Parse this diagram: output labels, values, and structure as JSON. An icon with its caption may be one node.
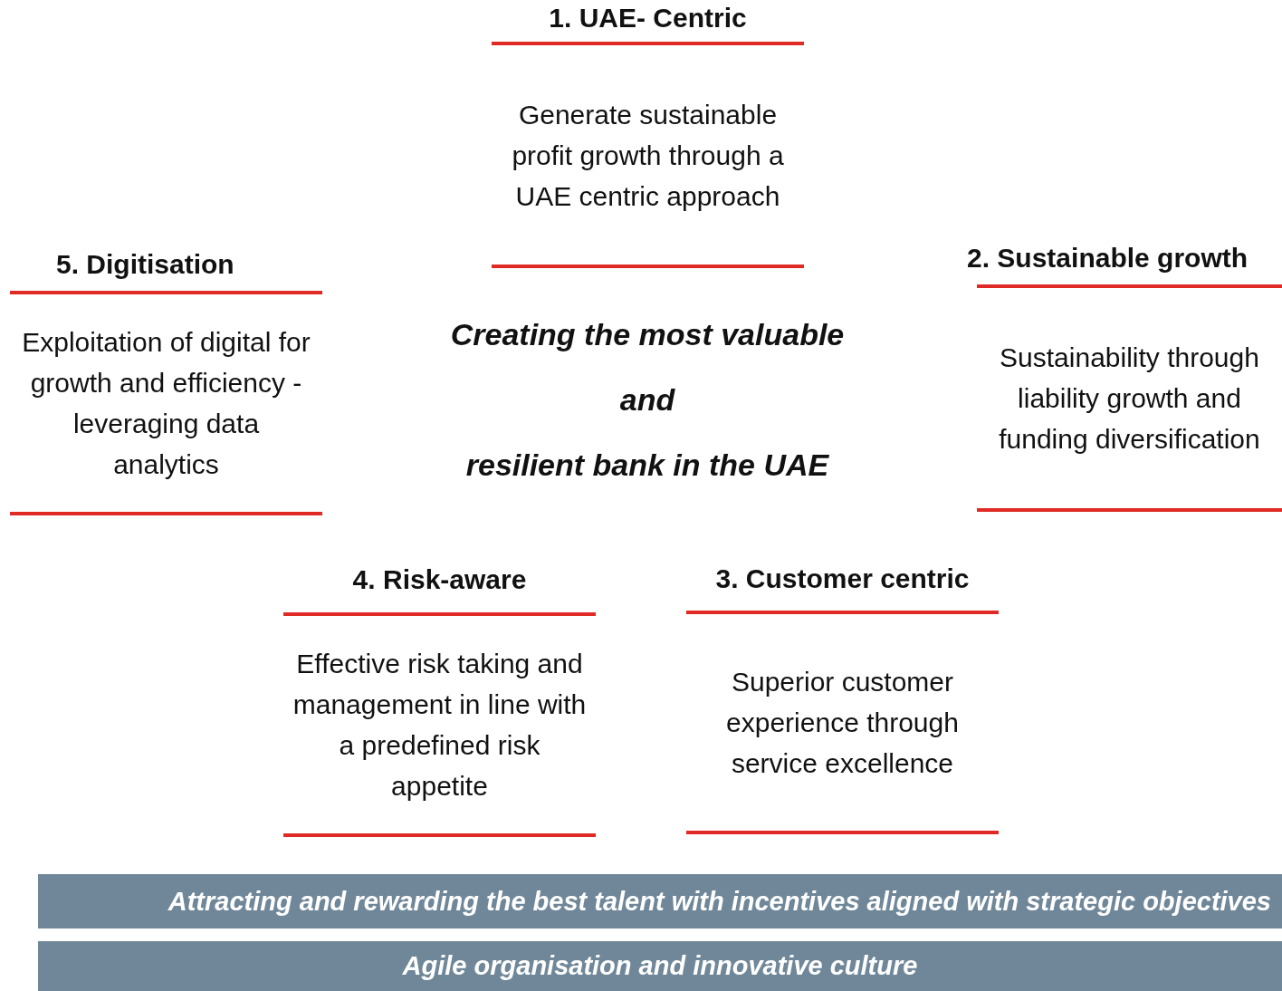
{
  "diagram": {
    "nodes": [
      {
        "text": [
          "1. UAE- Centric",
          "Generate sustainable profit growth through a UAE centric approach"
        ]
      },
      {
        "text": [
          "5. Digitisation",
          "Exploitation of digital for growth and efficiency - leveraging data analytics"
        ]
      },
      {
        "text": [
          "2. Sustainable growth",
          "Sustainability through liability growth and funding diversification"
        ]
      },
      {
        "text": [
          "4. Risk-aware",
          "Effective risk taking and management in line with a predefined risk appetite"
        ]
      },
      {
        "text": [
          "3. Customer centric",
          "Superior customer experience through service excellence"
        ]
      },
      {
        "text": [
          "Attracting and rewarding the best talent with incentives aligned with strategic objectives"
        ]
      },
      {
        "text": [
          "Agile organisation and innovative culture"
        ]
      }
    ],
    "labels": [
      "Creating the most valuable",
      "and",
      "resilient bank in the UAE"
    ]
  }
}
